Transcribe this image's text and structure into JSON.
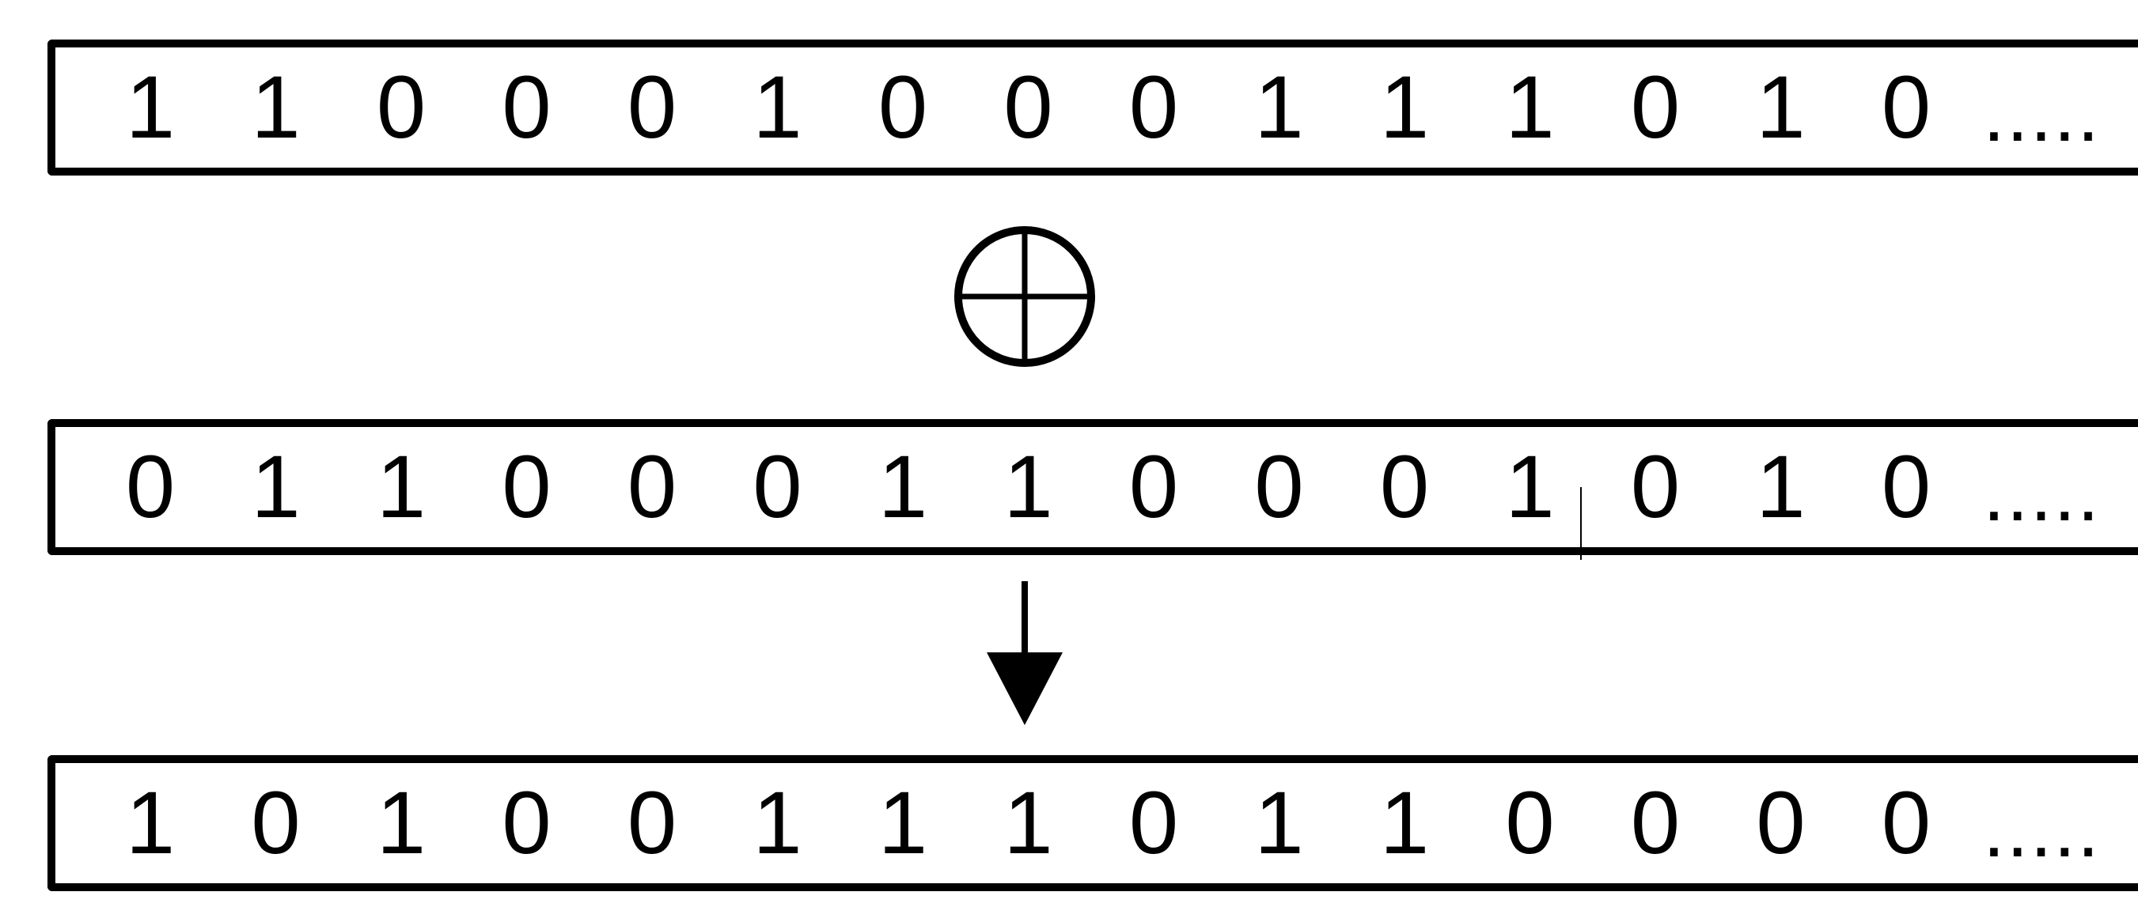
{
  "rows": [
    {
      "id": "input-a",
      "bits": [
        "1",
        "1",
        "0",
        "0",
        "0",
        "1",
        "0",
        "0",
        "0",
        "1",
        "1",
        "1",
        "0",
        "1",
        "0"
      ],
      "ellipsis": "....."
    },
    {
      "id": "input-b",
      "bits": [
        "0",
        "1",
        "1",
        "0",
        "0",
        "0",
        "1",
        "1",
        "0",
        "0",
        "0",
        "1",
        "0",
        "1",
        "0"
      ],
      "ellipsis": "....."
    },
    {
      "id": "output",
      "bits": [
        "1",
        "0",
        "1",
        "0",
        "0",
        "1",
        "1",
        "1",
        "0",
        "1",
        "1",
        "0",
        "0",
        "0",
        "0"
      ],
      "ellipsis": "....."
    }
  ],
  "operator_icon": "xor-circle-plus-icon",
  "flow_icon": "down-arrow-icon"
}
